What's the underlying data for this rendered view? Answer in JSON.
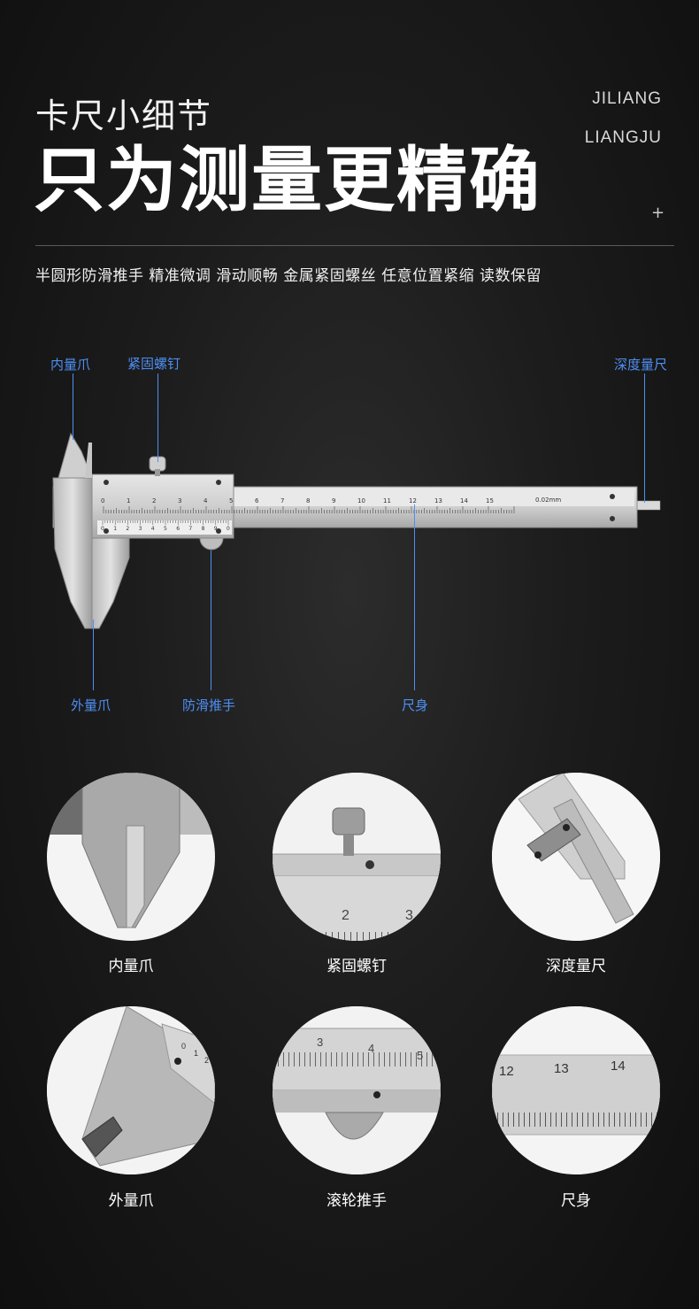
{
  "header": {
    "subtitle": "卡尺小细节",
    "title": "只为测量更精确",
    "en_line1": "JILIANG",
    "en_line2": "LIANGJU",
    "plus": "+",
    "features": "半圆形防滑推手 精准微调 滑动顺畅  金属紧固螺丝 任意位置紧缩 读数保留"
  },
  "diagram": {
    "labels": {
      "inner_jaw": "内量爪",
      "lock_screw": "紧固螺钉",
      "depth_rod": "深度量尺",
      "outer_jaw": "外量爪",
      "thumb_grip": "防滑推手",
      "main_scale": "尺身"
    },
    "scale_numbers": [
      "0",
      "1",
      "2",
      "3",
      "4",
      "5",
      "6",
      "7",
      "8",
      "9",
      "10",
      "11",
      "12",
      "13",
      "14",
      "15"
    ],
    "vernier_numbers": [
      "0",
      "1",
      "2",
      "3",
      "4",
      "5",
      "6",
      "7",
      "8",
      "9",
      "0"
    ],
    "precision_mark": "0.02mm"
  },
  "details": [
    {
      "caption": "内量爪"
    },
    {
      "caption": "紧固螺钉"
    },
    {
      "caption": "深度量尺"
    },
    {
      "caption": "外量爪"
    },
    {
      "caption": "滚轮推手"
    },
    {
      "caption": "尺身"
    }
  ],
  "detail_scale": {
    "screw_numbers": [
      "2",
      "3"
    ],
    "body_numbers": [
      "12",
      "13",
      "14"
    ],
    "roller_numbers": [
      "3",
      "4",
      "5"
    ],
    "jaw_numbers": [
      "0",
      "1",
      "2"
    ]
  },
  "colors": {
    "accent_blue": "#4e8ff3",
    "steel_light": "#d7d7d7",
    "steel_dark": "#a9a9a9",
    "background": "#1c1c1c"
  }
}
